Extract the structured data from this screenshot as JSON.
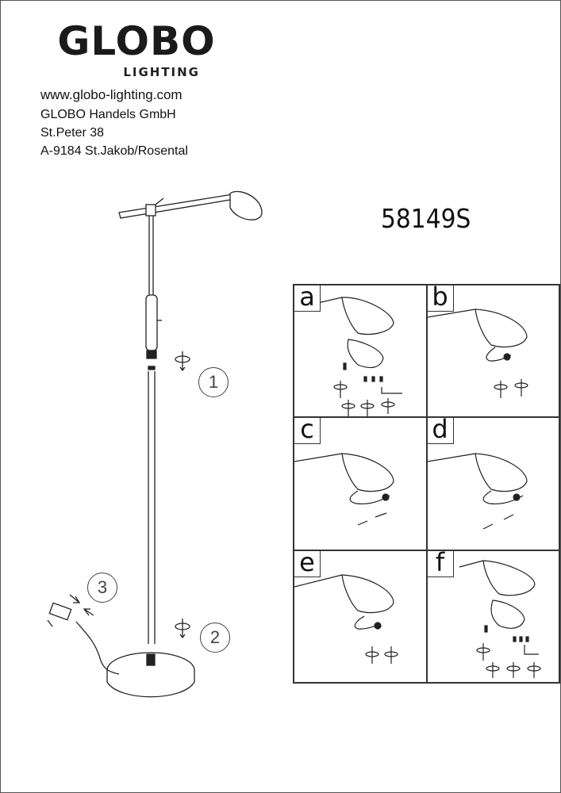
{
  "brand": {
    "name": "GLOBO",
    "sub": "LIGHTING"
  },
  "contact": {
    "website": "www.globo-lighting.com",
    "company": "GLOBO Handels GmbH",
    "street": "St.Peter 38",
    "city": "A-9184 St.Jakob/Rosental"
  },
  "model_number": "58149S",
  "steps": [
    "1",
    "2",
    "3"
  ],
  "panels": [
    {
      "label": "a"
    },
    {
      "label": "b"
    },
    {
      "label": "c"
    },
    {
      "label": "d"
    },
    {
      "label": "e"
    },
    {
      "label": "f"
    }
  ]
}
